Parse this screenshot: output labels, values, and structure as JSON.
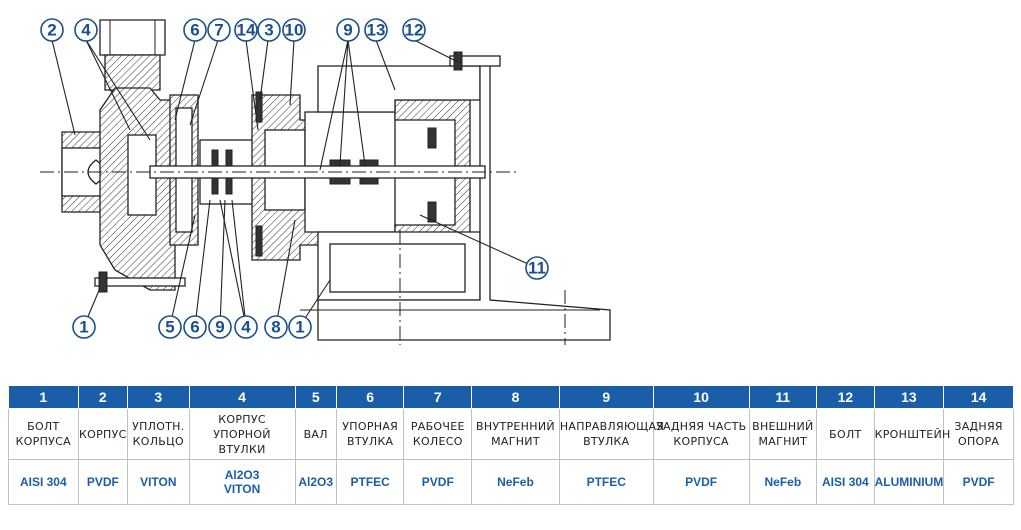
{
  "callouts_top": [
    "2",
    "4",
    "6",
    "7",
    "14",
    "3",
    "10",
    "9",
    "13",
    "12"
  ],
  "callouts_bottom": [
    "1",
    "5",
    "6",
    "9",
    "4",
    "8",
    "1",
    "11"
  ],
  "table": {
    "numbers": [
      "1",
      "2",
      "3",
      "4",
      "5",
      "6",
      "7",
      "8",
      "9",
      "10",
      "11",
      "12",
      "13",
      "14"
    ],
    "names": [
      [
        "БОЛТ",
        "КОРПУСА"
      ],
      [
        "КОРПУС"
      ],
      [
        "УПЛОТН.",
        "КОЛЬЦО"
      ],
      [
        "КОРПУС",
        "УПОРНОЙ ВТУЛКИ"
      ],
      [
        "ВАЛ"
      ],
      [
        "УПОРНАЯ",
        "ВТУЛКА"
      ],
      [
        "РАБОЧЕЕ",
        "КОЛЕСО"
      ],
      [
        "ВНУТРЕННИЙ",
        "МАГНИТ"
      ],
      [
        "НАПРАВЛЯЮЩАЯ",
        "ВТУЛКА"
      ],
      [
        "ЗАДНЯЯ ЧАСТЬ",
        "КОРПУСА"
      ],
      [
        "ВНЕШНИЙ",
        "МАГНИТ"
      ],
      [
        "БОЛТ"
      ],
      [
        "КРОНШТЕЙН"
      ],
      [
        "ЗАДНЯЯ",
        "ОПОРА"
      ]
    ],
    "materials": [
      [
        "AISI 304"
      ],
      [
        "PVDF"
      ],
      [
        "VITON"
      ],
      [
        "Al2O3",
        "VITON"
      ],
      [
        "Al2O3"
      ],
      [
        "PTFEC"
      ],
      [
        "PVDF"
      ],
      [
        "NeFeb"
      ],
      [
        "PTFEC"
      ],
      [
        "PVDF"
      ],
      [
        "NeFeb"
      ],
      [
        "AISI 304"
      ],
      [
        "ALUMINIUM"
      ],
      [
        "PVDF"
      ]
    ]
  },
  "colors": {
    "header_blue": "#1b5ea8",
    "callout_blue": "#1b4f8a"
  }
}
